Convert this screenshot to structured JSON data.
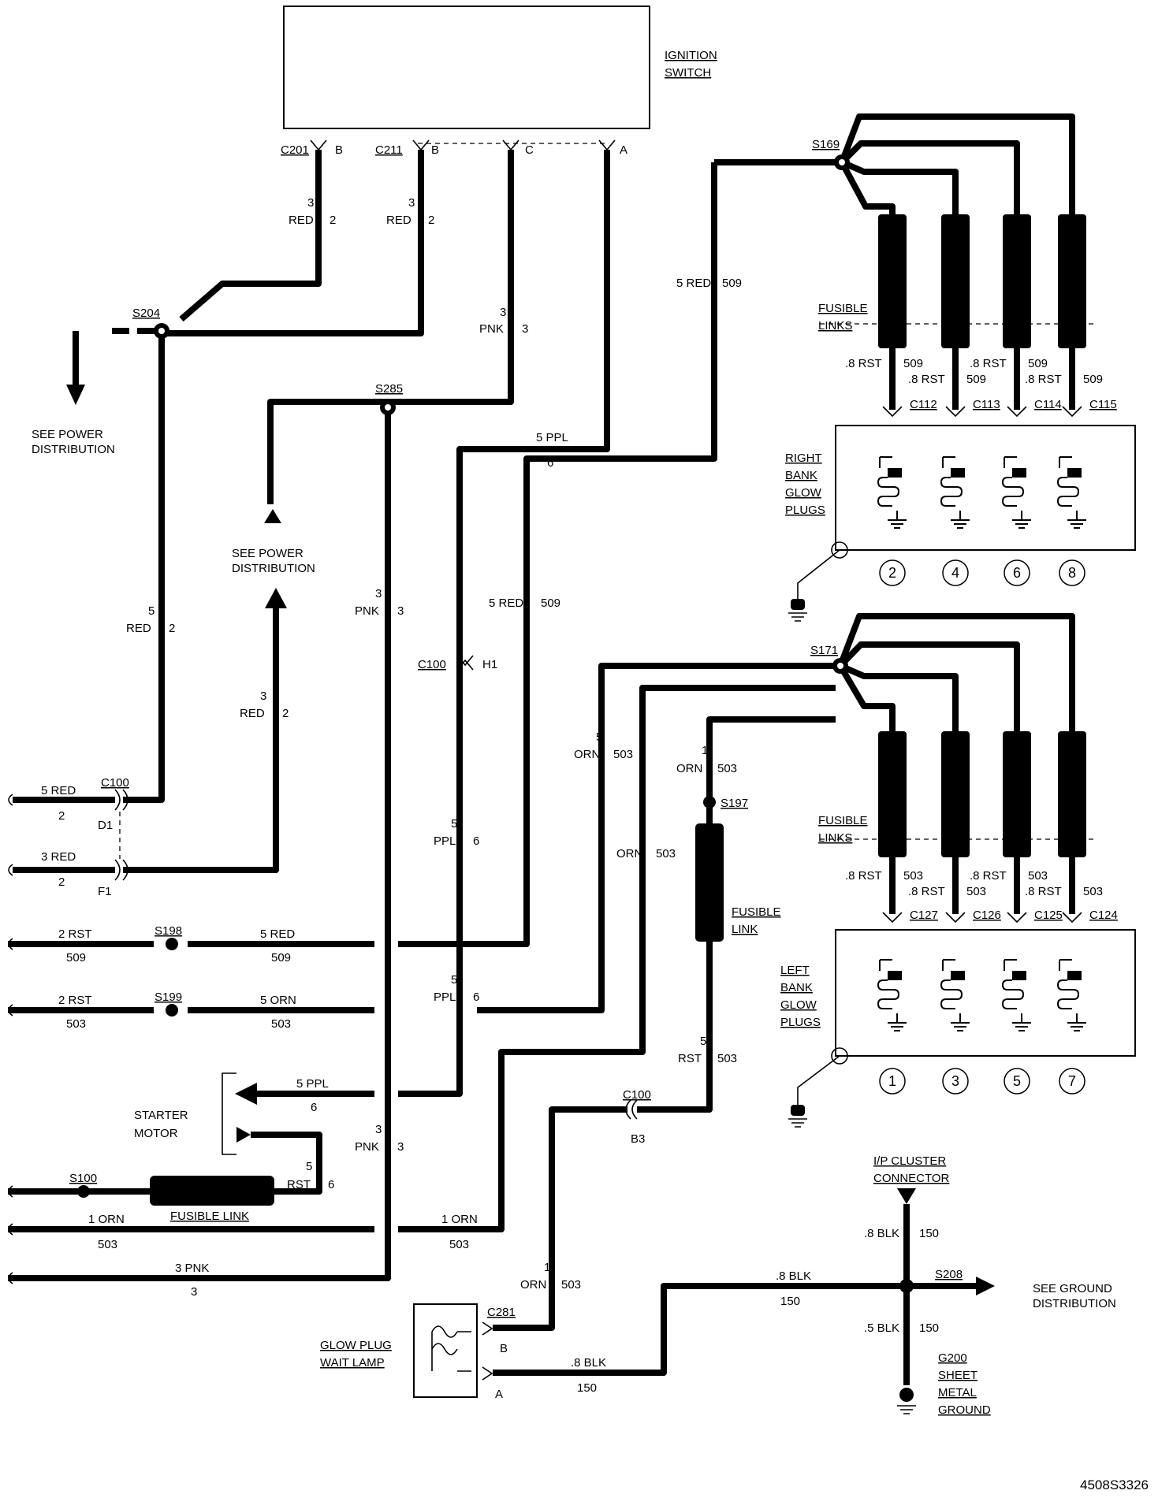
{
  "figure_id": "4508S3326",
  "components": {
    "ignition_switch": "IGNITION SWITCH",
    "right_bank": "RIGHT BANK GLOW PLUGS",
    "left_bank": "LEFT BANK GLOW PLUGS",
    "starter_motor": "STARTER MOTOR",
    "wait_lamp": "GLOW PLUG WAIT LAMP",
    "ip_cluster": "I/P CLUSTER CONNECTOR",
    "g200": "G200 SHEET METAL GROUND",
    "fusible_links": "FUSIBLE LINKS",
    "fusible_link": "FUSIBLE LINK"
  },
  "references": {
    "see_power_1": "SEE POWER DISTRIBUTION",
    "see_power_2": "SEE POWER DISTRIBUTION",
    "see_ground": "SEE GROUND DISTRIBUTION"
  },
  "splices": {
    "s169": "S169",
    "s171": "S171",
    "s204": "S204",
    "s285": "S285",
    "s197": "S197",
    "s198": "S198",
    "s199": "S199",
    "s100": "S100",
    "s208": "S208"
  },
  "connectors": {
    "c201": "C201",
    "c211": "C211",
    "c100": "C100",
    "c281": "C281",
    "c112": "C112",
    "c113": "C113",
    "c114": "C114",
    "c115": "C115",
    "c127": "C127",
    "c126": "C126",
    "c125": "C125",
    "c124": "C124"
  },
  "pins": {
    "ign_b1": "B",
    "ign_b2": "B",
    "ign_c": "C",
    "ign_a": "A",
    "h1": "H1",
    "d1": "D1",
    "f1": "F1",
    "b3": "B3",
    "lamp_b": "B",
    "lamp_a": "A"
  },
  "cylinders_right": [
    "2",
    "4",
    "6",
    "8"
  ],
  "cylinders_left": [
    "1",
    "3",
    "5",
    "7"
  ],
  "wires": {
    "red_3": "3",
    "red": "RED",
    "ckt_2": "2",
    "pnk_3": "3",
    "pnk": "PNK",
    "ckt_3": "3",
    "red5_509": "5 RED",
    "ckt_509": "509",
    "ppl5": "5 PPL",
    "ckt_6": "6",
    "rst8": ".8 RST",
    "size_5": "5",
    "size_1": "1",
    "ppl": "PPL",
    "orn": "ORN",
    "ckt_503": "503",
    "rst": "RST",
    "red5": "5 RED",
    "red3": "3 RED",
    "rst2": "2 RST",
    "orn5": "5 ORN",
    "orn1": "1 ORN",
    "pnk3": "3 PNK",
    "blk8": ".8 BLK",
    "blk5": ".5 BLK",
    "ckt_150": "150"
  }
}
